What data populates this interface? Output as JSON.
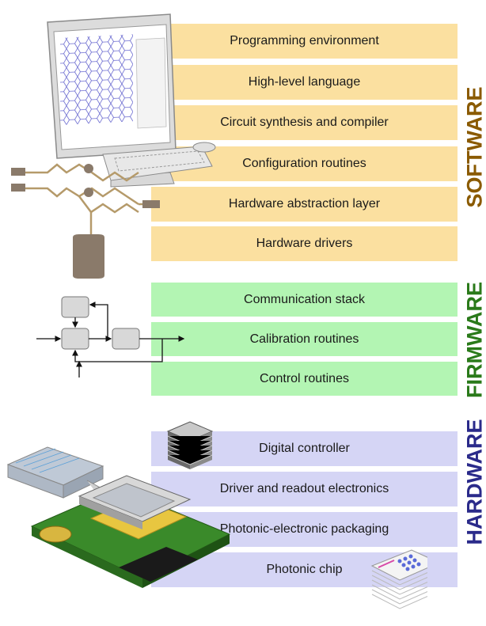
{
  "layers": {
    "software": {
      "label": "SOFTWARE",
      "color": "#8a5a00",
      "band_color": "#fbe0a0",
      "items": [
        "Programming environment",
        "High-level language",
        "Circuit synthesis and compiler",
        "Configuration routines",
        "Hardware abstraction layer",
        "Hardware drivers"
      ]
    },
    "firmware": {
      "label": "FIRMWARE",
      "color": "#2a7a1a",
      "band_color": "#b3f5b3",
      "items": [
        "Communication stack",
        "Calibration routines",
        "Control routines"
      ]
    },
    "hardware": {
      "label": "HARDWARE",
      "color": "#2a2a8a",
      "band_color": "#d5d5f5",
      "items": [
        "Digital controller",
        "Driver and readout electronics",
        "Photonic-electronic packaging",
        "Photonic chip"
      ]
    }
  },
  "illustrations": {
    "software": "computer-with-photonic-circuit-illustration",
    "firmware": "control-loop-block-diagram",
    "hardware": "photonic-chip-package-illustration"
  }
}
